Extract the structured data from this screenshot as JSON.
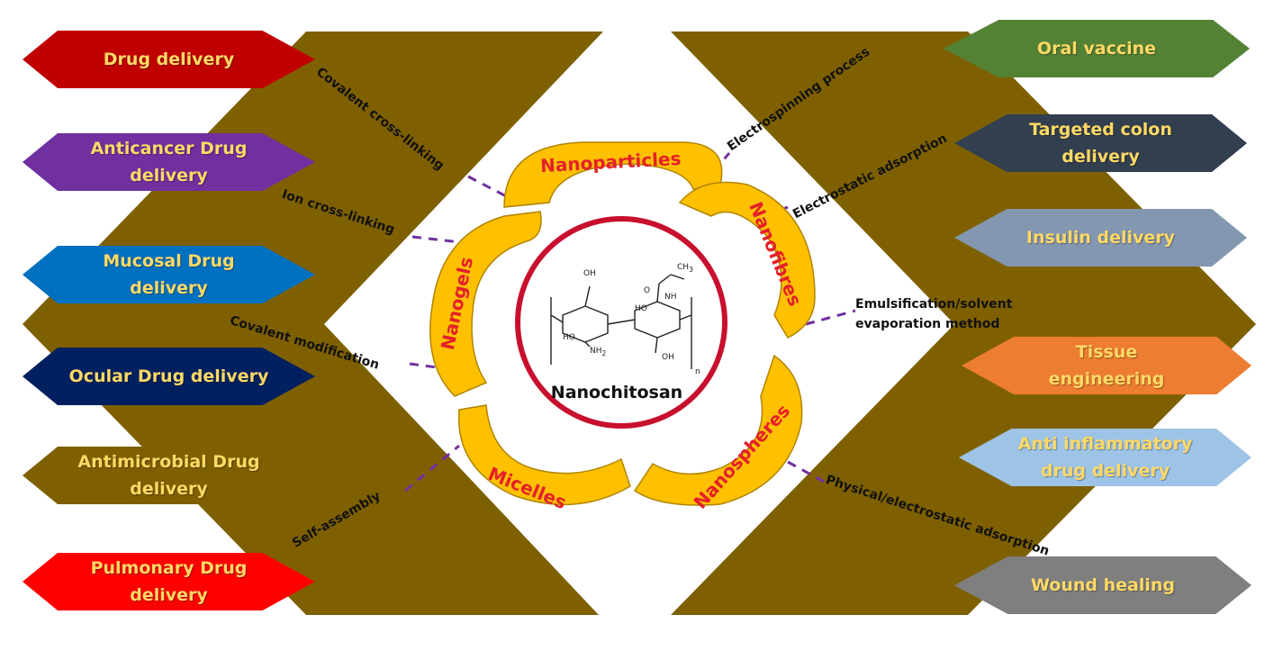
{
  "center": {
    "title": "Nanochitosan",
    "ring_color": "#c8102e",
    "structure_icon": "chitosan-structure-icon",
    "segment_fill": "#ffc000",
    "segments": [
      "Nanoparticles",
      "Nanofibres",
      "Nanospheres",
      "Micelles",
      "Nanogels"
    ]
  },
  "methods": {
    "covalent_crosslinking": "Covalent cross-linking",
    "ion_crosslinking": "Ion cross-linking",
    "covalent_modification": "Covalent modification",
    "self_assembly": "Self-assembly",
    "electrospinning": "Electrospinning process",
    "electrostatic_adsorption": "Electrostatic adsorption",
    "emulsification_line1": "Emulsification/solvent",
    "emulsification_line2": "evaporation method",
    "physical_adsorption": "Physical/electrostatic adsorption"
  },
  "left_apps": [
    {
      "lines": [
        "Drug delivery"
      ],
      "color": "#c00000"
    },
    {
      "lines": [
        "Anticancer Drug",
        "delivery"
      ],
      "color": "#7030a0"
    },
    {
      "lines": [
        "Mucosal Drug",
        "delivery"
      ],
      "color": "#0070c0"
    },
    {
      "lines": [
        "Ocular Drug delivery"
      ],
      "color": "#002060"
    },
    {
      "lines": [
        "Antimicrobial Drug",
        "delivery"
      ],
      "color": "#7f6000"
    },
    {
      "lines": [
        "Pulmonary Drug",
        "delivery"
      ],
      "color": "#ff0000"
    }
  ],
  "right_apps": [
    {
      "lines": [
        "Oral vaccine"
      ],
      "color": "#548235"
    },
    {
      "lines": [
        "Targeted colon",
        "delivery"
      ],
      "color": "#323f4f"
    },
    {
      "lines": [
        "Insulin delivery"
      ],
      "color": "#8497b0"
    },
    {
      "lines": [
        "Tissue",
        "engineering"
      ],
      "color": "#ed7d31"
    },
    {
      "lines": [
        "Anti inflammatory",
        "drug delivery"
      ],
      "color": "#9dc3e6"
    },
    {
      "lines": [
        "Wound healing"
      ],
      "color": "#7f7f7f"
    }
  ],
  "theme": {
    "band_color": "#7f6000",
    "connector_color": "#7030a0"
  }
}
